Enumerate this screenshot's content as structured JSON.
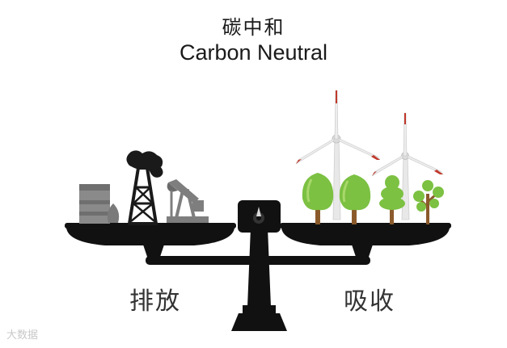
{
  "title": {
    "chinese": "碳中和",
    "english": "Carbon Neutral"
  },
  "labels": {
    "left": "排放",
    "right": "吸收"
  },
  "watermark": "大数据",
  "colors": {
    "scale": "#111111",
    "factory": "#8a8a8a",
    "oil": "#1a1a1a",
    "tree_leaf": "#7cc142",
    "tree_leaf_light": "#a8d86a",
    "trunk": "#8b5a2b",
    "turbine": "#e9e9e9",
    "turbine_tip": "#c0392b"
  },
  "icons": [
    "balance-scale-icon",
    "factory-icon",
    "oil-derrick-icon",
    "pumpjack-icon",
    "wind-turbine-icon",
    "tree-icon"
  ]
}
